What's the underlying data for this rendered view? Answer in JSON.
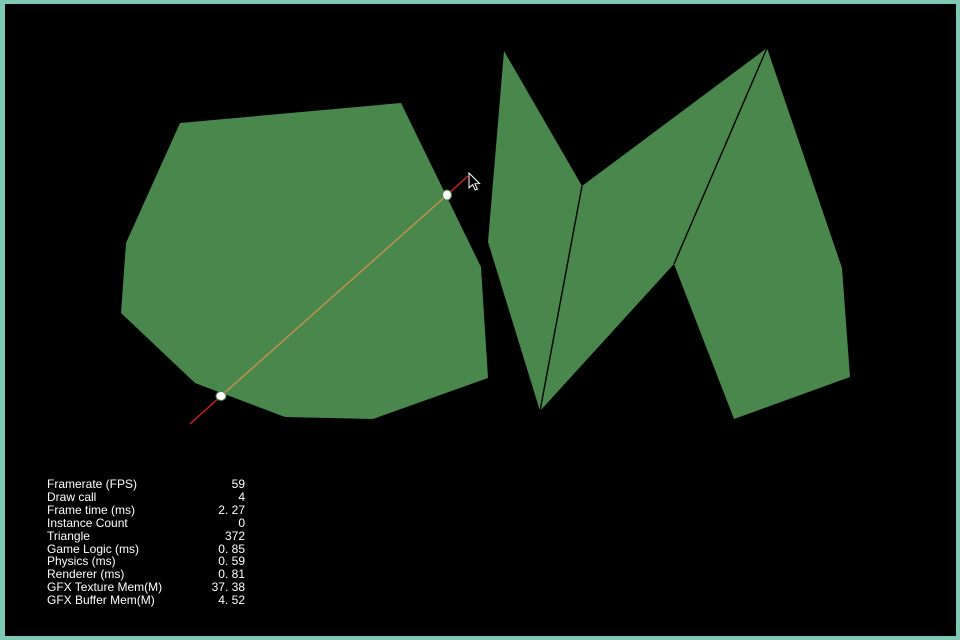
{
  "colors": {
    "background": "#000000",
    "border": "#7fc8b4",
    "polygon_fill": "#4a874c",
    "slice_line": "#c8914a",
    "ray_extension": "#d42020",
    "seam_line": "#000000",
    "handle": "#ffffff"
  },
  "icons": {
    "cursor": "mouse-pointer-icon",
    "slice_handles": "circle-handle-icon"
  },
  "stats": [
    {
      "label": "Framerate (FPS)",
      "value": "59"
    },
    {
      "label": "Draw call",
      "value": "4"
    },
    {
      "label": "Frame time (ms)",
      "value": "2. 27"
    },
    {
      "label": "Instance Count",
      "value": "0"
    },
    {
      "label": "Triangle",
      "value": "372"
    },
    {
      "label": "Game Logic (ms)",
      "value": "0. 85"
    },
    {
      "label": "Physics (ms)",
      "value": "0. 59"
    },
    {
      "label": "Renderer (ms)",
      "value": "0. 81"
    },
    {
      "label": "GFX Texture Mem(M)",
      "value": "37. 38"
    },
    {
      "label": "GFX Buffer Mem(M)",
      "value": "4. 52"
    }
  ]
}
